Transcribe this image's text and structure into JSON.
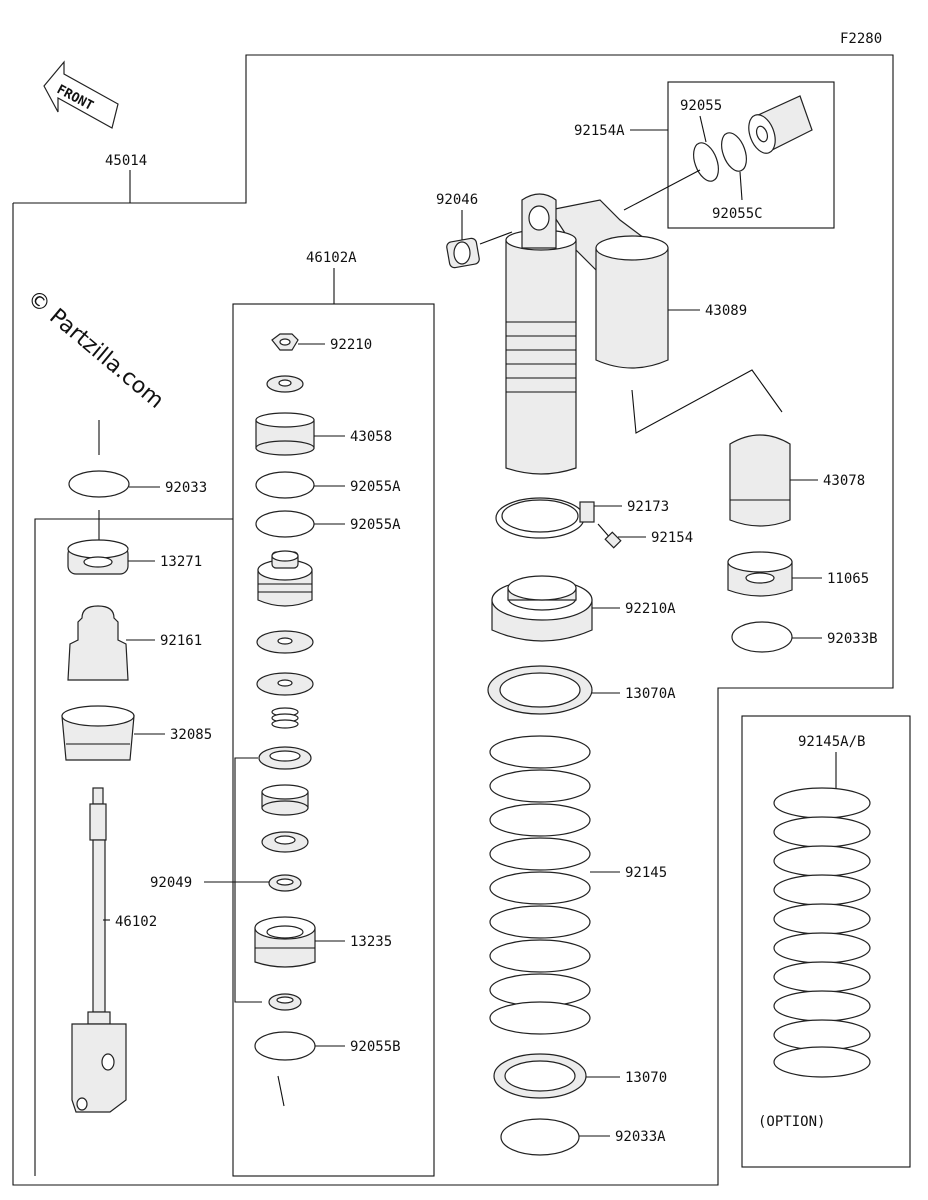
{
  "figure_code": "F2280",
  "front_label": "FRONT",
  "watermark": "© Partzilla.com",
  "option_label": "(OPTION)",
  "labels": {
    "p45014": "45014",
    "p46102A": "46102A",
    "p92210": "92210",
    "p43058": "43058",
    "p92055A_1": "92055A",
    "p92055A_2": "92055A",
    "p92033": "92033",
    "p13271": "13271",
    "p92161": "92161",
    "p32085": "32085",
    "p92049": "92049",
    "p46102": "46102",
    "p13235": "13235",
    "p92055B": "92055B",
    "p92055": "92055",
    "p92154A": "92154A",
    "p92055C": "92055C",
    "p92046": "92046",
    "p43089": "43089",
    "p43078": "43078",
    "p92173": "92173",
    "p92154": "92154",
    "p92210A": "92210A",
    "p11065": "11065",
    "p92033B": "92033B",
    "p13070A": "13070A",
    "p92145": "92145",
    "p92145AB": "92145A/B",
    "p13070": "13070",
    "p92033A": "92033A"
  }
}
